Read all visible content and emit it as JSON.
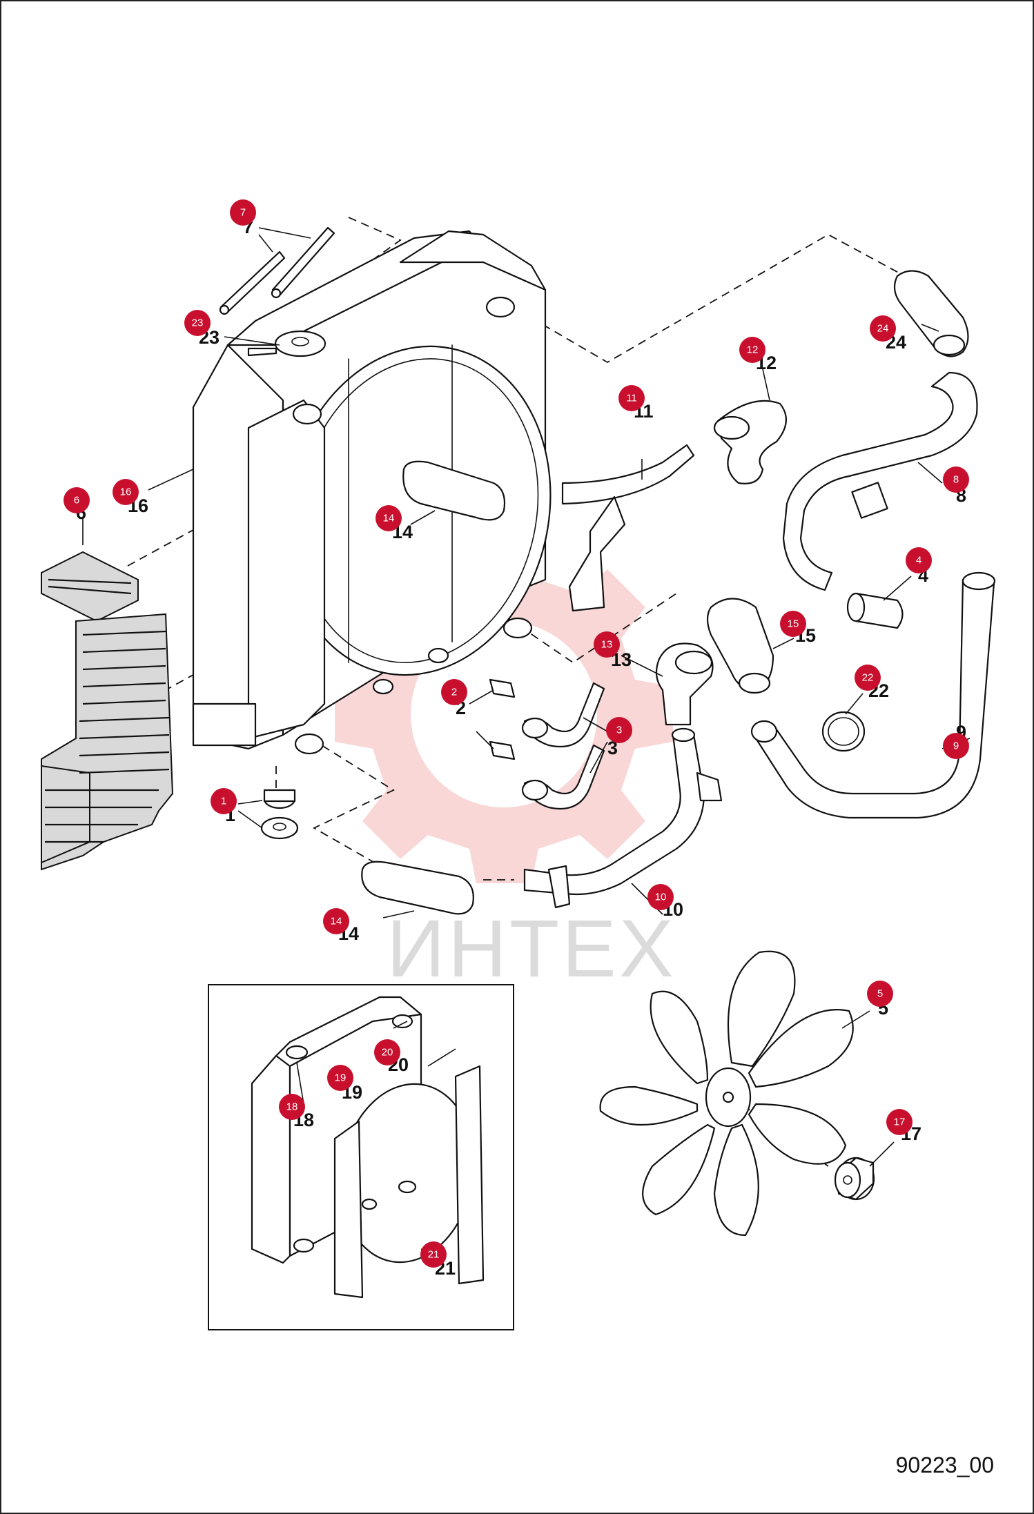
{
  "drawing_ref": "90223_00",
  "watermark_text": "ИНТЕХ",
  "callouts": [
    {
      "num": "1",
      "badge": "1"
    },
    {
      "num": "2",
      "badge": "2"
    },
    {
      "num": "3",
      "badge": "3"
    },
    {
      "num": "4",
      "badge": "4"
    },
    {
      "num": "5",
      "badge": "5"
    },
    {
      "num": "6",
      "badge": "6"
    },
    {
      "num": "7",
      "badge": "7"
    },
    {
      "num": "8",
      "badge": "8"
    },
    {
      "num": "9",
      "badge": "9"
    },
    {
      "num": "10",
      "badge": "10"
    },
    {
      "num": "11",
      "badge": "11"
    },
    {
      "num": "12",
      "badge": "12"
    },
    {
      "num": "13",
      "badge": "13"
    },
    {
      "num": "14",
      "badge": "14"
    },
    {
      "num": "15",
      "badge": "15"
    },
    {
      "num": "16",
      "badge": "16"
    },
    {
      "num": "17",
      "badge": "17"
    },
    {
      "num": "18",
      "badge": "18"
    },
    {
      "num": "19",
      "badge": "19"
    },
    {
      "num": "20",
      "badge": "20"
    },
    {
      "num": "21",
      "badge": "21"
    },
    {
      "num": "22",
      "badge": "22"
    },
    {
      "num": "23",
      "badge": "23"
    },
    {
      "num": "24",
      "badge": "24"
    }
  ],
  "colors": {
    "badge": "#c8102e",
    "line": "#111111",
    "watermark": "#f4b6b6"
  }
}
